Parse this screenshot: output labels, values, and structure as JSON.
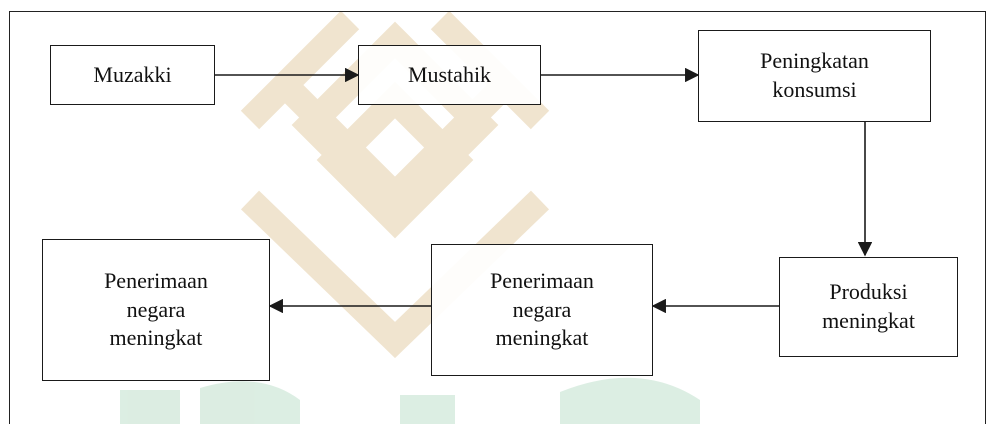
{
  "diagram": {
    "nodes": [
      {
        "id": "muzakki",
        "label": "Muzakki"
      },
      {
        "id": "mustahik",
        "label": "Mustahik"
      },
      {
        "id": "peningkatan-konsumsi",
        "label": "Peningkatan\nkonsumsi"
      },
      {
        "id": "produksi-meningkat",
        "label": "Produksi\nmeningkat"
      },
      {
        "id": "penerimaan-negara-1",
        "label": "Penerimaan\nnegara\nmeningkat"
      },
      {
        "id": "penerimaan-negara-2",
        "label": "Penerimaan\nnegara\nmeningkat"
      }
    ],
    "edges": [
      {
        "from": "muzakki",
        "to": "mustahik"
      },
      {
        "from": "mustahik",
        "to": "peningkatan-konsumsi"
      },
      {
        "from": "peningkatan-konsumsi",
        "to": "produksi-meningkat"
      },
      {
        "from": "produksi-meningkat",
        "to": "penerimaan-negara-1"
      },
      {
        "from": "penerimaan-negara-1",
        "to": "penerimaan-negara-2"
      }
    ],
    "colors": {
      "line": "#1a1a1a",
      "watermark_gold": "#e8d6b8",
      "watermark_green": "#cfe7d9"
    }
  }
}
